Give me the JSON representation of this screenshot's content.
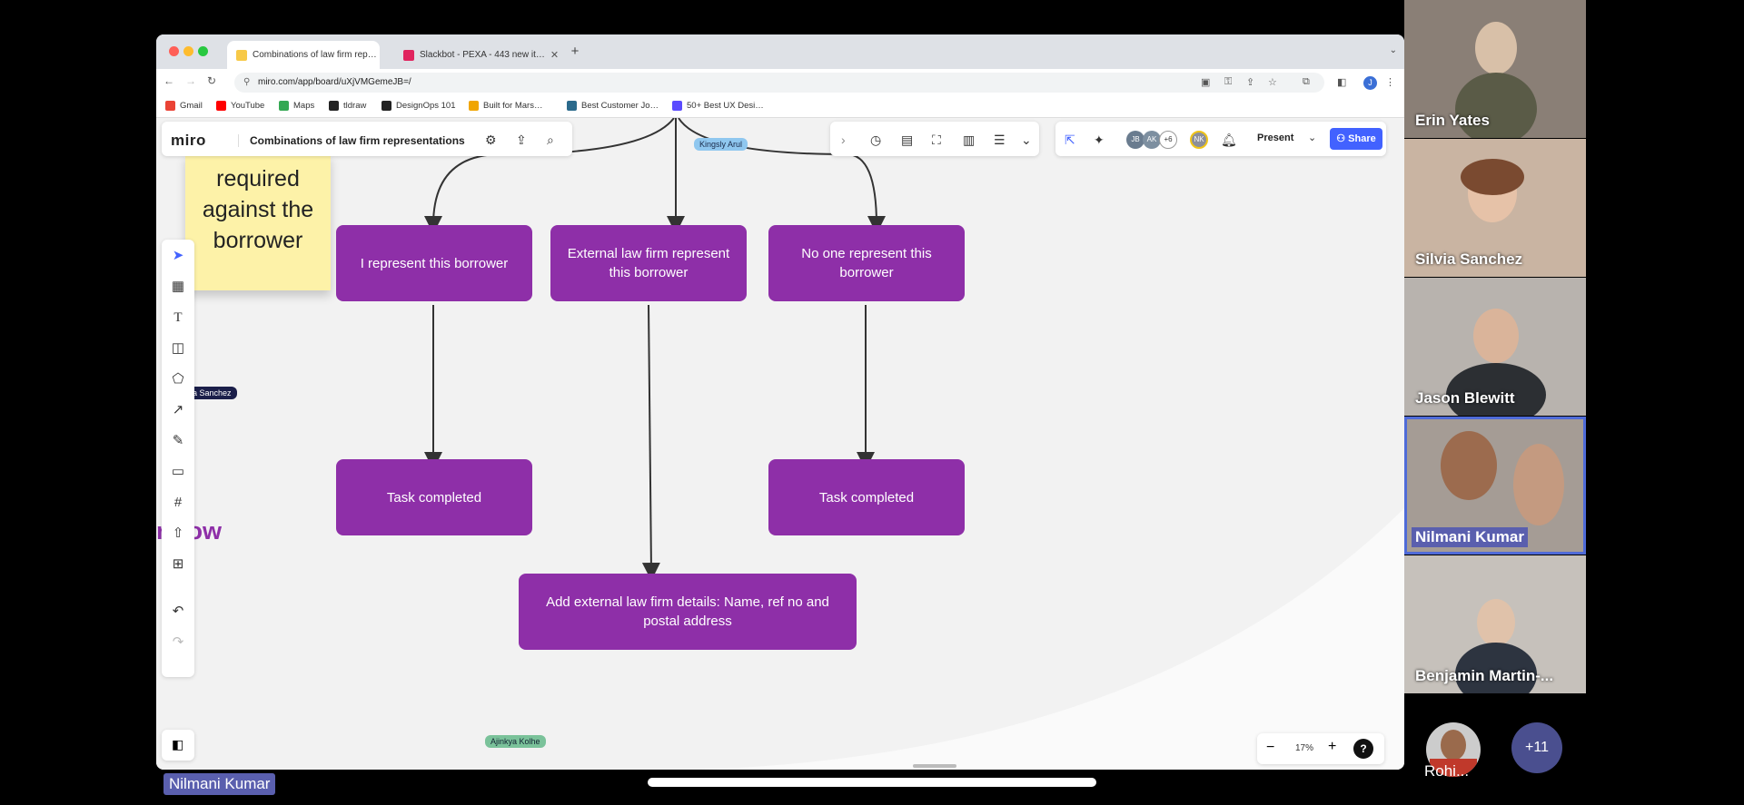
{
  "browser": {
    "tabs": [
      {
        "title": "Combinations of law firm rep…",
        "active": true,
        "favicon_color": "#f7c948"
      },
      {
        "title": "Slackbot - PEXA - 443 new it…",
        "active": false,
        "favicon_color": "#e0245e"
      }
    ],
    "url": "miro.com/app/board/uXjVMGemeJB=/",
    "profile_initial": "J",
    "bookmarks": [
      {
        "label": "Gmail",
        "icon_color": "#ea4335"
      },
      {
        "label": "YouTube",
        "icon_color": "#ff0000"
      },
      {
        "label": "Maps",
        "icon_color": "#34a853"
      },
      {
        "label": "tldraw",
        "icon_color": "#222222"
      },
      {
        "label": "DesignOps 101",
        "icon_color": "#222222"
      },
      {
        "label": "Built for Mars…",
        "icon_color": "#f0a500"
      },
      {
        "label": "Best Customer Jo…",
        "icon_color": "#2b6a8c"
      },
      {
        "label": "50+ Best UX Desi…",
        "icon_color": "#5b4bff"
      }
    ]
  },
  "miro": {
    "logo": "miro",
    "board_title": "Combinations of law firm representations",
    "present_label": "Present",
    "share_label": "Share",
    "collab_count": "+6",
    "collab_initials": [
      "JB",
      "AK",
      "NK"
    ],
    "zoom": "17%",
    "help": "?"
  },
  "canvas": {
    "sticky_text": "required against the borrower",
    "flow_label": "r flow",
    "nodes": {
      "represent": "I represent this borrower",
      "external": "External law firm represent this borrower",
      "no_one": "No one represent this borrower",
      "task_left": "Task completed",
      "task_right": "Task completed",
      "add_details": "Add external law firm details: Name, ref no and postal address"
    },
    "cursors": [
      {
        "name": "Kingsly Arul",
        "color": "#8fc7ef"
      },
      {
        "name": "ia Sanchez",
        "color": "#1b1f4a"
      },
      {
        "name": "Ajinkya Kolhe",
        "color": "#7ac29a"
      }
    ]
  },
  "participants": [
    {
      "name": "Erin Yates",
      "bg": "#8a7f76"
    },
    {
      "name": "Silvia Sanchez",
      "bg": "#c9b4a2"
    },
    {
      "name": "Jason Blewitt",
      "bg": "#b8b3ae"
    },
    {
      "name": "Nilmani Kumar",
      "bg": "#a59c95"
    },
    {
      "name": "Benjamin Martin-...",
      "bg": "#c6c1bb"
    }
  ],
  "speaker_label": "Nilmani Kumar",
  "extra_participant": {
    "name": "Rohi...",
    "more": "+11"
  }
}
